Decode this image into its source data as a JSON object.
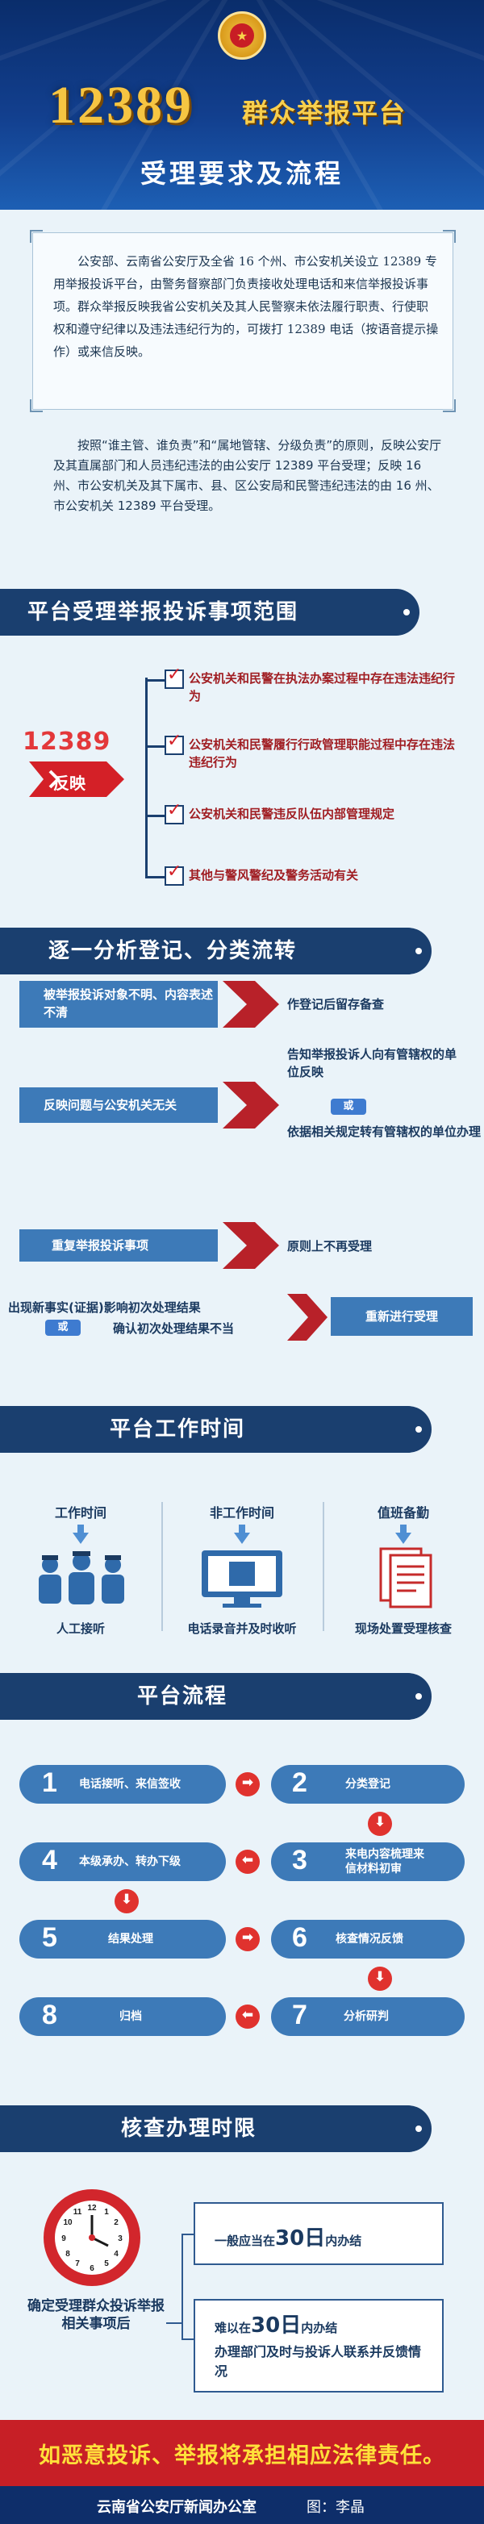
{
  "header": {
    "number": "12389",
    "title": "群众举报平台",
    "subtitle": "受理要求及流程"
  },
  "intro": "公安部、云南省公安厅及全省 16 个州、市公安机关设立 12389 专用举报投诉平台，由警务督察部门负责接收处理电话和来信举报投诉事项。群众举报反映我省公安机关及其人民警察未依法履行职责、行使职权和遵守纪律以及违法违纪行为的，可拨打 12389 电话（按语音提示操作）或来信反映。",
  "body": "按照“谁主管、谁负责”和“属地管辖、分级负责”的原则，反映公安厅及其直属部门和人员违纪违法的由公安厅 12389 平台受理；反映 16 州、市公安机关及其下属市、县、区公安局和民警违纪违法的由 16 州、市公安机关 12389 平台受理。",
  "section1": {
    "title": "平台受理举报投诉事项范围",
    "number": "12389",
    "action": "反映",
    "items": [
      "公安机关和民警在执法办案过程中存在违法违纪行为",
      "公安机关和民警履行行政管理职能过程中存在违法违纪行为",
      "公安机关和民警违反队伍内部管理规定",
      "其他与警风警纪及警务活动有关"
    ]
  },
  "section2": {
    "title": "逐一分析登记、分类流转",
    "row1_left": "被举报投诉对象不明、内容表述不清",
    "row1_right": "作登记后留存备查",
    "row2_left": "反映问题与公安机关无关",
    "row2_right_a": "告知举报投诉人向有管辖权的单位反映",
    "row2_or": "或",
    "row2_right_b": "依据相关规定转有管辖权的单位办理",
    "row3_left": "重复举报投诉事项",
    "row3_right": "原则上不再受理",
    "row4_left_a": "出现新事实(证据)影响初次处理结果",
    "row4_or": "或",
    "row4_left_b": "确认初次处理结果不当",
    "row4_right": "重新进行受理"
  },
  "section3": {
    "title": "平台工作时间",
    "columns": [
      {
        "label": "工作时间",
        "caption": "人工接听",
        "icon": "officers-icon"
      },
      {
        "label": "非工作时间",
        "caption": "电话录音并及时收听",
        "icon": "monitor-icon"
      },
      {
        "label": "值班备勤",
        "caption": "现场处置受理核查",
        "icon": "documents-icon"
      }
    ]
  },
  "section4": {
    "title": "平台流程",
    "steps": [
      {
        "n": "1",
        "text": "电话接听、来信签收"
      },
      {
        "n": "2",
        "text": "分类登记"
      },
      {
        "n": "3",
        "text": "来电内容梳理来信材料初审"
      },
      {
        "n": "4",
        "text": "本级承办、转办下级"
      },
      {
        "n": "5",
        "text": "结果处理"
      },
      {
        "n": "6",
        "text": "核查情况反馈"
      },
      {
        "n": "7",
        "text": "分析研判"
      },
      {
        "n": "8",
        "text": "归档"
      }
    ]
  },
  "section5": {
    "title": "核查办理时限",
    "clock_caption": "确定受理群众投诉举报相关事项后",
    "box1_pre": "一般应当在",
    "box1_big": "30日",
    "box1_post": "内办结",
    "box2_pre": "难以在",
    "box2_big": "30日",
    "box2_post": "内办结",
    "box2_note": "办理部门及时与投诉人联系并反馈情况"
  },
  "warning": "如恶意投诉、举报将承担相应法律责任。",
  "footer": {
    "org": "云南省公安厅新闻办公室",
    "image": "图：李晶"
  },
  "colors": {
    "navy": "#1a3f6f",
    "accent_red": "#c71f26",
    "gold": "#f6c542",
    "blue": "#3d7ab8"
  }
}
